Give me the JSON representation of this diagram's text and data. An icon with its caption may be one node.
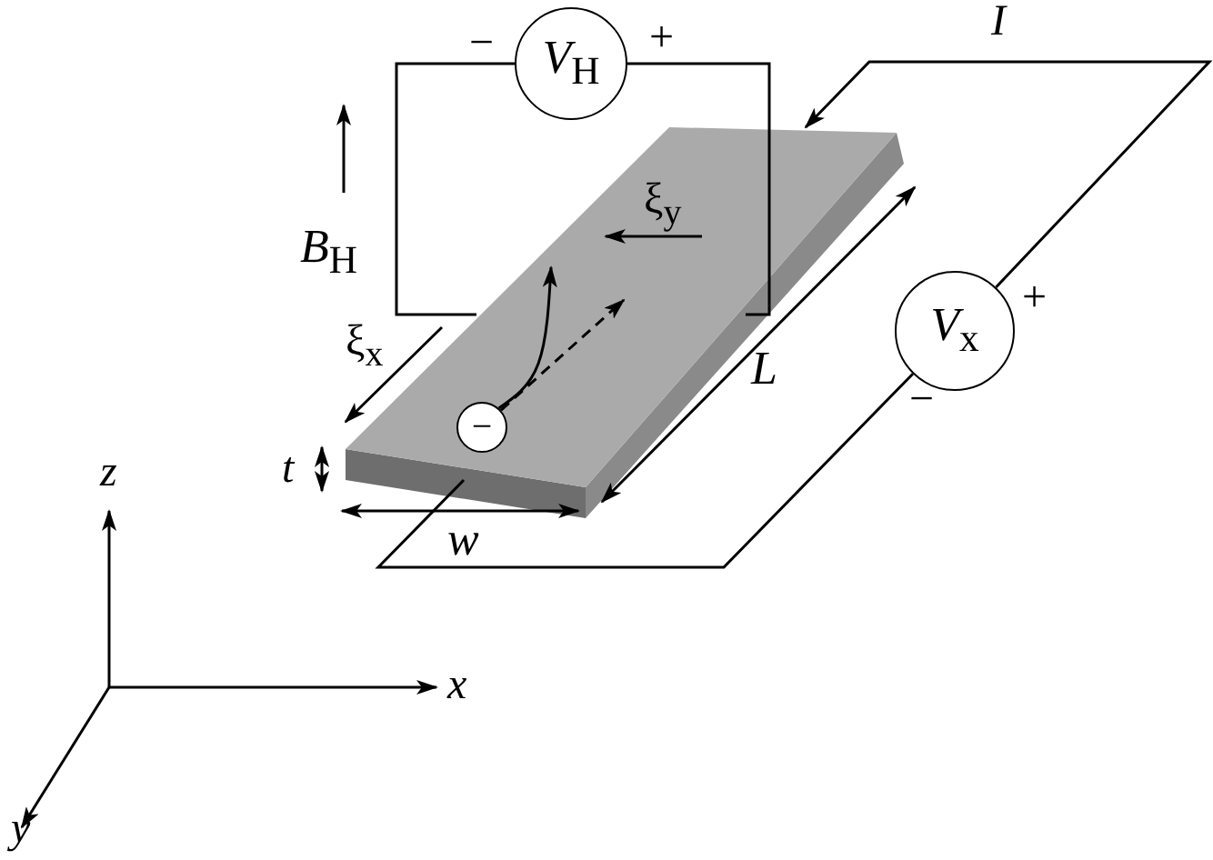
{
  "diagram": {
    "nodes": [
      {
        "text": [
          "*V*$_{H}$"
        ],
        "beside": [
          "−",
          "+"
        ]
      },
      {
        "text": [
          "*V*$_{x}$"
        ],
        "beside": [
          "+",
          "−"
        ]
      },
      {
        "text": [],
        "shape": "bar"
      },
      {
        "text": [
          "−"
        ],
        "in": 2
      }
    ],
    "edges": [
      {
        "from": 0,
        "to": 2,
        "arrow": "none"
      },
      {
        "from": 0,
        "to": 2,
        "arrow": "none"
      },
      {
        "from": 1,
        "to": 2,
        "arrow": "to"
      },
      {
        "from": 1,
        "to": 2,
        "arrow": "none"
      },
      {
        "from": 3,
        "to": 2,
        "arrow": "to"
      },
      {
        "from": 3,
        "to": 2,
        "arrow": "to",
        "style": "dashed"
      }
    ],
    "labels": [
      "I",
      "*B*$_{H}$",
      "ξ$_{y}$",
      "ξ$_{x}$",
      "L",
      "t",
      "w",
      "z",
      "x",
      "y"
    ]
  }
}
